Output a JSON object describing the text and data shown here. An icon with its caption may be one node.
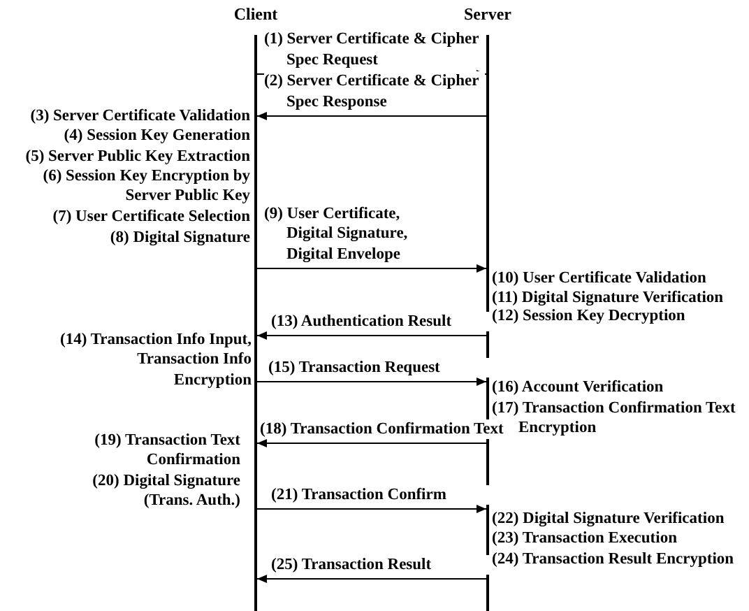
{
  "diagram": {
    "nodes": [
      {
        "text": [
          "Client"
        ]
      },
      {
        "text": [
          "Server"
        ]
      }
    ],
    "edges": [
      {
        "from": 0,
        "to": 1,
        "arrow": "to",
        "label": "(1) Server Certificate & Cipher Spec Request"
      },
      {
        "from": 1,
        "to": 0,
        "arrow": "to",
        "label": "(2) Server Certificate & Cipher Spec Response"
      },
      {
        "from": 0,
        "to": 1,
        "arrow": "to",
        "label": "(9) User Certificate, Digital Signature, Digital Envelope"
      },
      {
        "from": 1,
        "to": 0,
        "arrow": "to",
        "label": "(13) Authentication Result"
      },
      {
        "from": 0,
        "to": 1,
        "arrow": "to",
        "label": "(15) Transaction Request"
      },
      {
        "from": 1,
        "to": 0,
        "arrow": "to",
        "label": "(18) Transaction Confirmation Text"
      },
      {
        "from": 0,
        "to": 1,
        "arrow": "to",
        "label": "(21) Transaction Confirm"
      },
      {
        "from": 1,
        "to": 0,
        "arrow": "to",
        "label": "(25) Transaction Result"
      }
    ],
    "labels": [
      "(3) Server Certificate Validation",
      "(4) Session Key Generation",
      "(5) Server Public Key Extraction",
      "(6) Session Key Encryption by Server Public Key",
      "(7) User Certificate Selection",
      "(8) Digital Signature",
      "(10) User Certificate Validation",
      "(11) Digital Signature Verification",
      "(12) Session Key Decryption",
      "(14) Transaction Info Input, Transaction Info Encryption",
      "(16) Account Verification",
      "(17) Transaction Confirmation Text Encryption",
      "(19) Transaction Text Confirmation",
      "(20) Digital Signature (Trans. Auth.)",
      "(22) Digital Signature Verification",
      "(23) Transaction Execution",
      "(24) Transaction Result Encryption"
    ]
  }
}
